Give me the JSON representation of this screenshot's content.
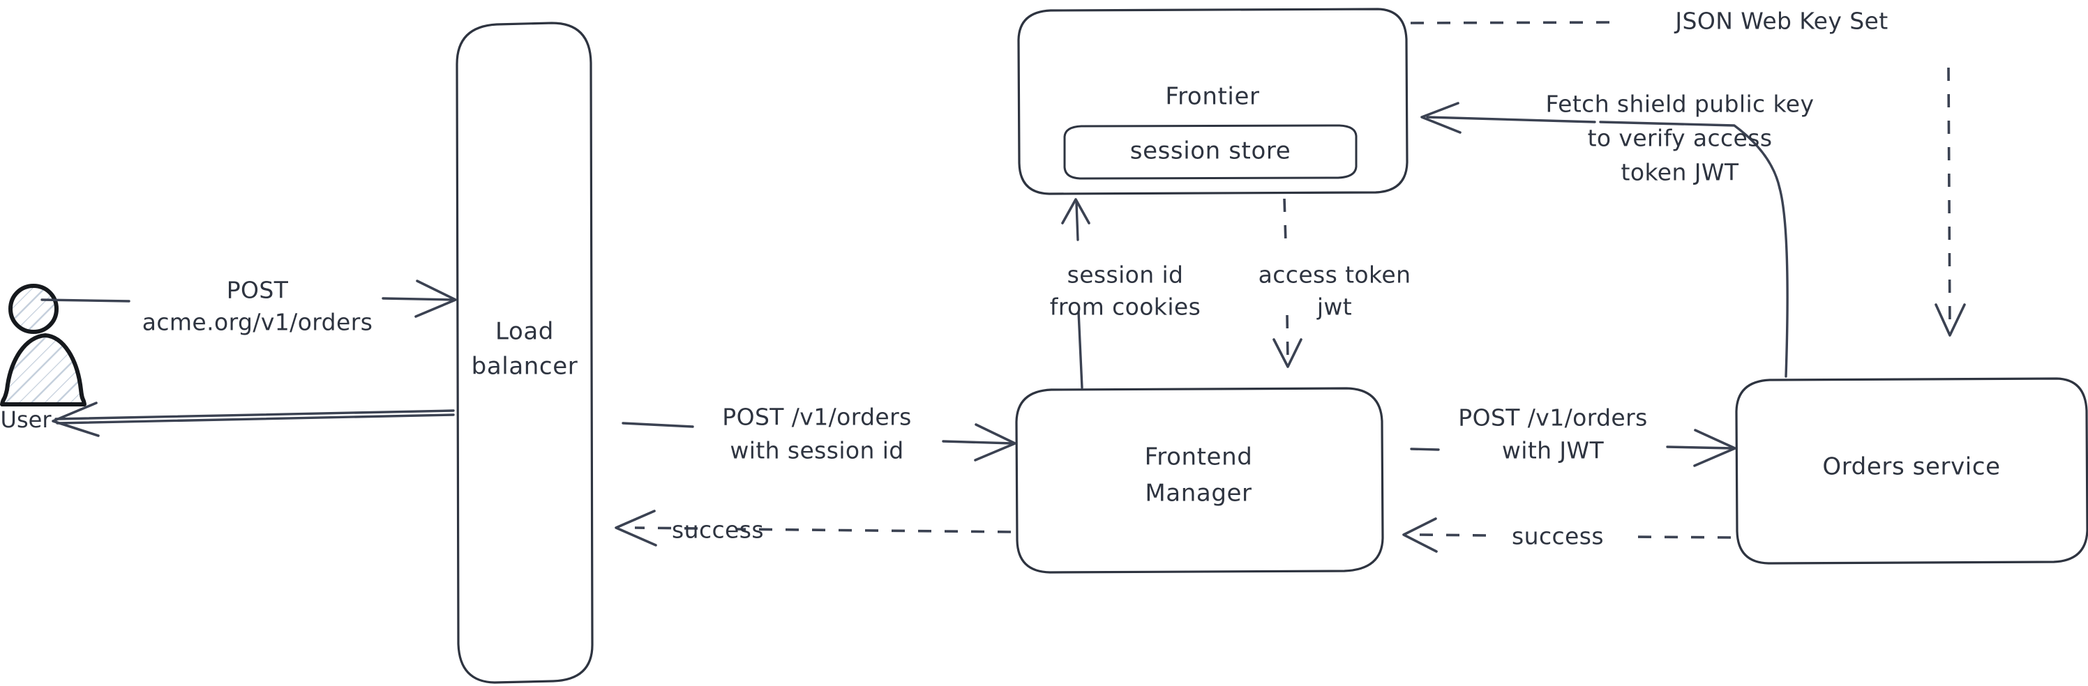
{
  "diagram": {
    "title": "Order request authentication flow",
    "style": "hand-drawn",
    "background_color": "#ffffff",
    "stroke_color": "#2e3440",
    "text_color": "#2e3440",
    "hatch_color": "#c3cedb"
  },
  "actors": [
    {
      "id": "user",
      "label": "User",
      "icon": "person-icon"
    }
  ],
  "nodes": [
    {
      "id": "load_balancer",
      "label_line1": "Load",
      "label_line2": "balancer"
    },
    {
      "id": "frontier",
      "label": "Frontier"
    },
    {
      "id": "session_store",
      "label": "session store"
    },
    {
      "id": "frontend_manager",
      "label_line1": "Frontend",
      "label_line2": "Manager"
    },
    {
      "id": "orders_service",
      "label": "Orders service"
    }
  ],
  "edges": [
    {
      "id": "user-to-lb",
      "from": "user",
      "to": "load_balancer",
      "style": "solid",
      "direction": "right",
      "label_line1": "POST",
      "label_line2": "acme.org/v1/orders"
    },
    {
      "id": "lb-to-user",
      "from": "load_balancer",
      "to": "user",
      "style": "solid",
      "direction": "left",
      "label": ""
    },
    {
      "id": "lb-to-fm",
      "from": "load_balancer",
      "to": "frontend_manager",
      "style": "solid",
      "direction": "right",
      "label_line1": "POST /v1/orders",
      "label_line2": "with session id"
    },
    {
      "id": "fm-to-lb-success",
      "from": "frontend_manager",
      "to": "load_balancer",
      "style": "dashed",
      "direction": "left",
      "label": "success"
    },
    {
      "id": "fm-to-frontier",
      "from": "frontend_manager",
      "to": "frontier",
      "style": "solid",
      "direction": "up",
      "label_line1": "session id",
      "label_line2": "from cookies"
    },
    {
      "id": "frontier-to-fm",
      "from": "frontier",
      "to": "frontend_manager",
      "style": "dashed",
      "direction": "down",
      "label_line1": "access token",
      "label_line2": "jwt"
    },
    {
      "id": "fm-to-orders",
      "from": "frontend_manager",
      "to": "orders_service",
      "style": "solid",
      "direction": "right",
      "label_line1": "POST /v1/orders",
      "label_line2": "with JWT"
    },
    {
      "id": "orders-to-fm-success",
      "from": "orders_service",
      "to": "frontend_manager",
      "style": "dashed",
      "direction": "left",
      "label": "success"
    },
    {
      "id": "orders-to-frontier-fetch",
      "from": "orders_service",
      "to": "frontier",
      "style": "solid",
      "direction": "left",
      "label_line1": "Fetch shield public key",
      "label_line2": "to verify access",
      "label_line3": "token JWT"
    },
    {
      "id": "frontier-to-orders-jwks",
      "from": "frontier",
      "to": "orders_service",
      "style": "dashed",
      "direction": "down",
      "label": "JSON Web Key Set"
    }
  ]
}
